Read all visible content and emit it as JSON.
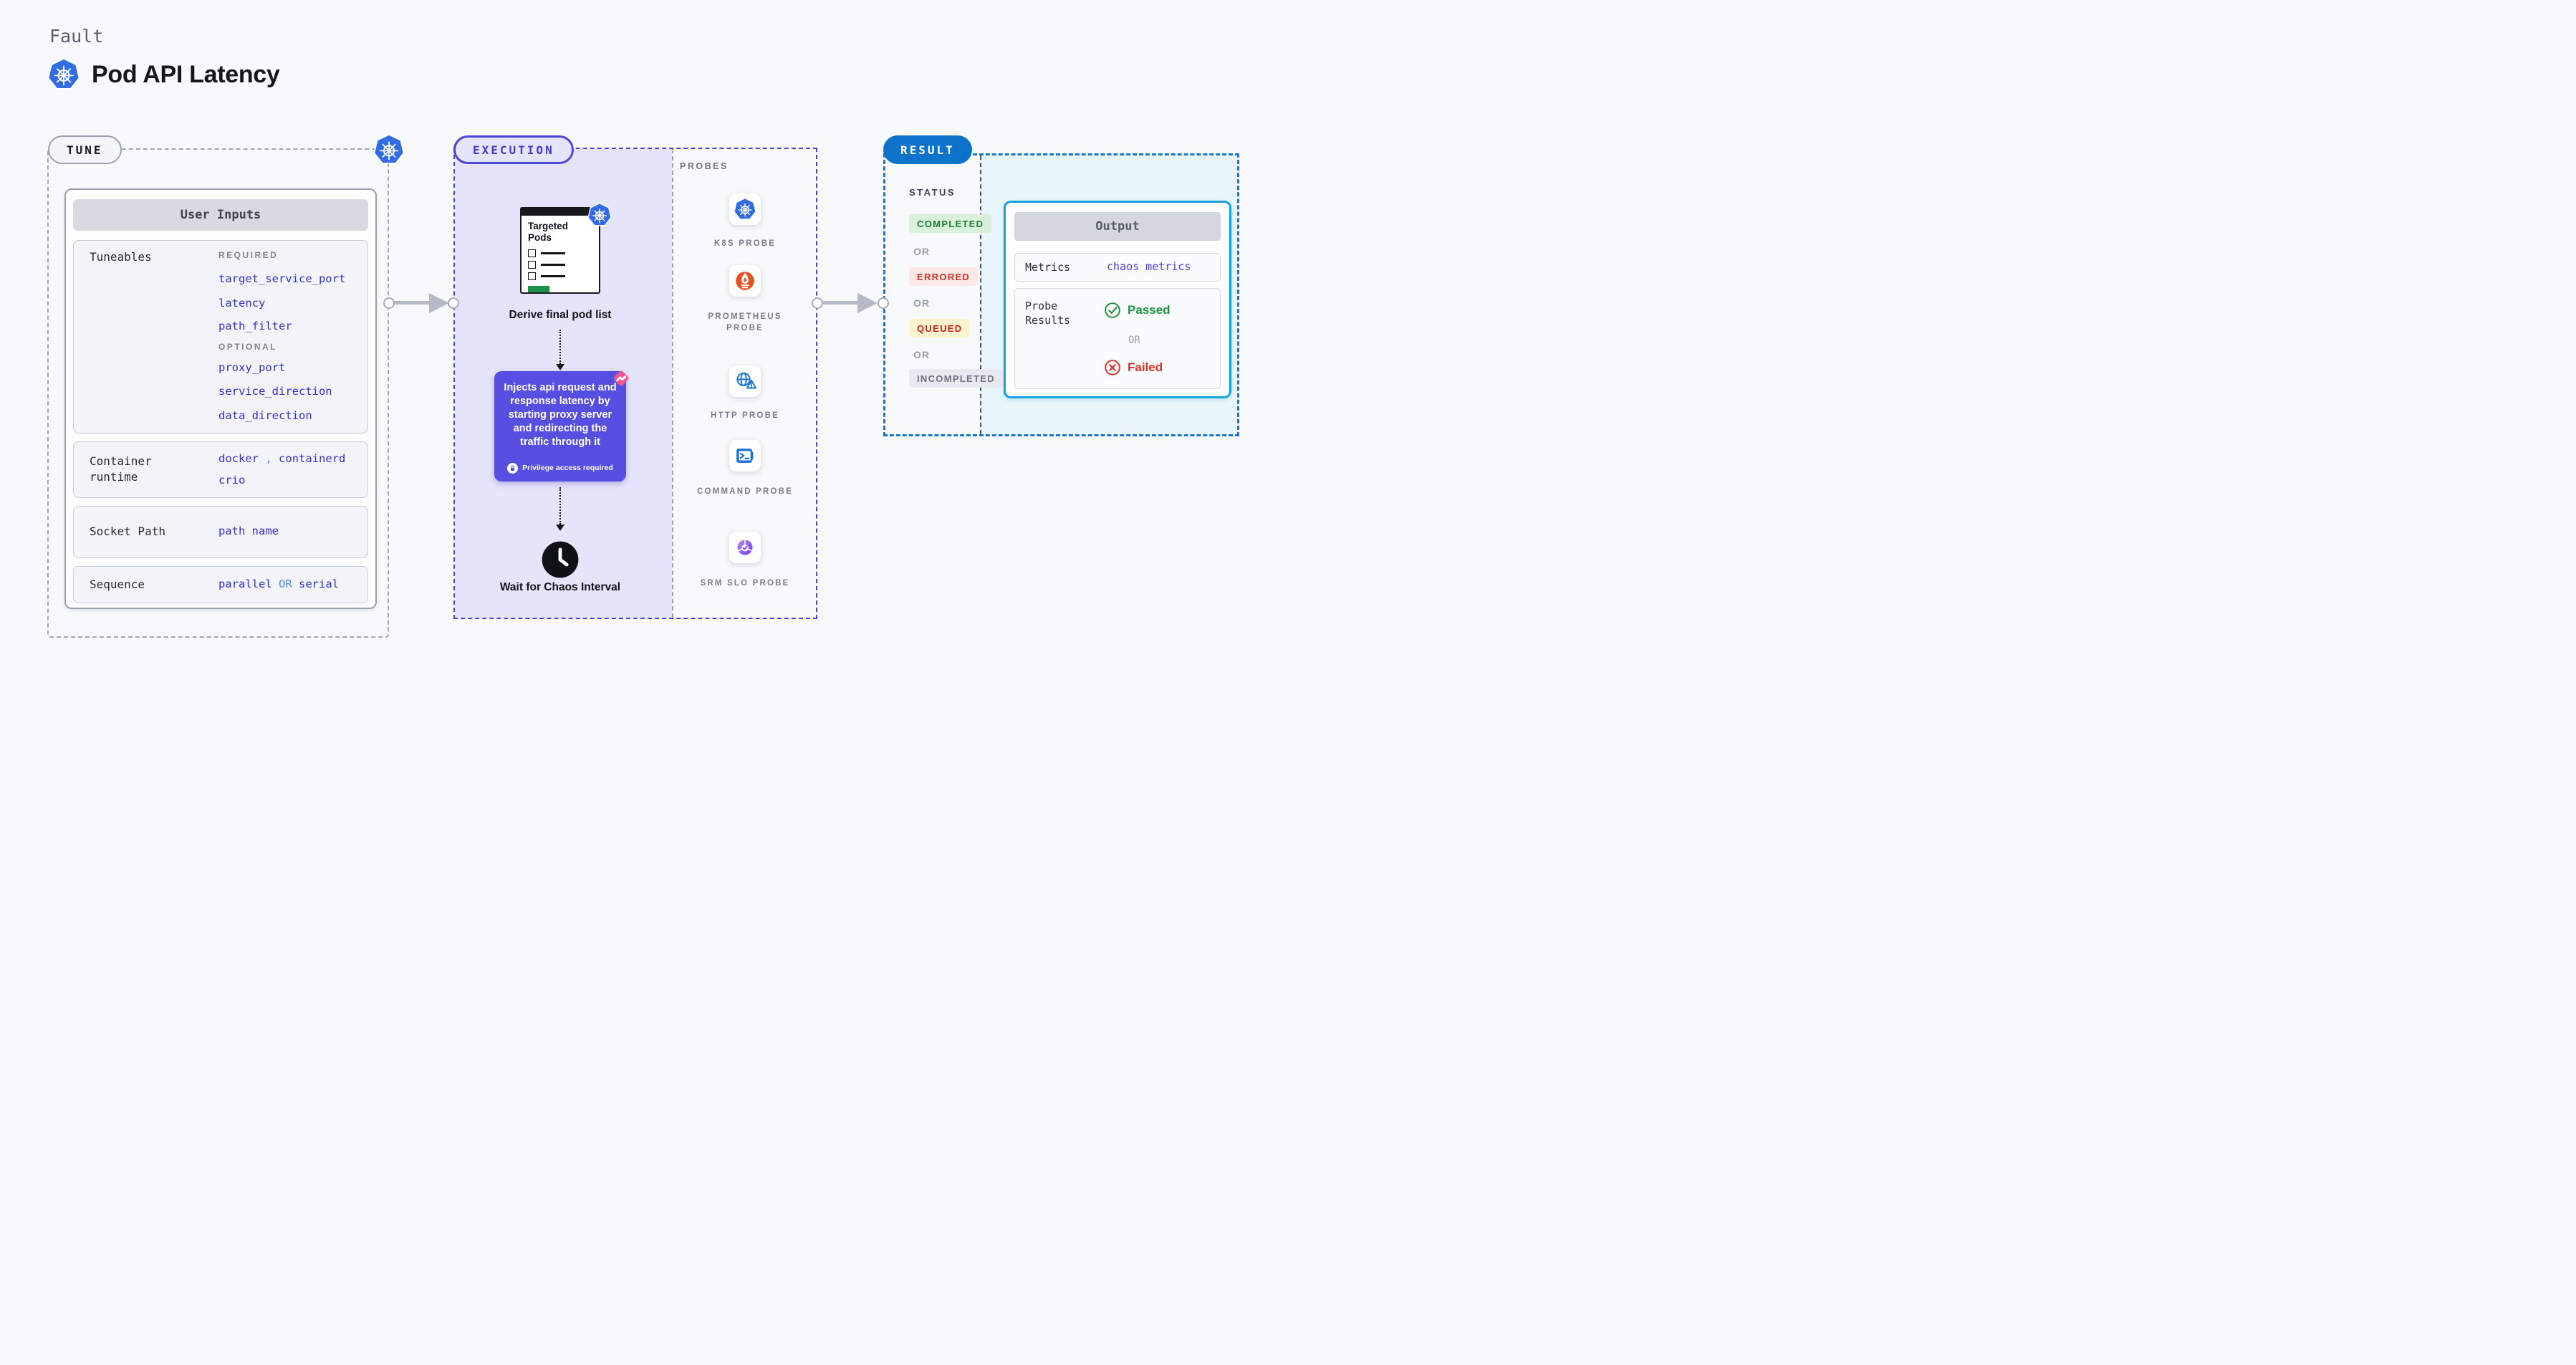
{
  "header": {
    "kicker": "Fault",
    "title": "Pod API Latency"
  },
  "tune": {
    "badge": "TUNE",
    "card_title": "User Inputs",
    "tuneables": {
      "label": "Tuneables",
      "required_heading": "REQUIRED",
      "required_items": [
        "target_service_port",
        "latency",
        "path_filter"
      ],
      "optional_heading": "OPTIONAL",
      "optional_items": [
        "proxy_port",
        "service_direction",
        "data_direction"
      ]
    },
    "container_runtime": {
      "label": "Container runtime",
      "value1": "docker",
      "separator": ",",
      "value2": "containerd",
      "value3": "crio"
    },
    "socket_path": {
      "label": "Socket Path",
      "value": "path name"
    },
    "sequence": {
      "label": "Sequence",
      "value1": "parallel",
      "or": "OR",
      "value2": "serial"
    }
  },
  "execution": {
    "badge": "EXECUTION",
    "targeted_pods_title": "Targeted Pods",
    "derive_label": "Derive final pod list",
    "inject_description": "Injects api request and response latency by starting proxy server and redirecting the traffic through it",
    "privilege_note": "Privilege access required",
    "wait_label": "Wait for Chaos Interval"
  },
  "probes": {
    "heading": "PROBES",
    "items": [
      {
        "label": "K8S PROBE",
        "icon": "kubernetes-icon"
      },
      {
        "label": "PROMETHEUS PROBE",
        "icon": "prometheus-icon"
      },
      {
        "label": "HTTP PROBE",
        "icon": "globe-warning-icon"
      },
      {
        "label": "COMMAND PROBE",
        "icon": "terminal-icon"
      },
      {
        "label": "SRM SLO PROBE",
        "icon": "slo-pie-check-icon"
      }
    ]
  },
  "result": {
    "badge": "RESULT",
    "status_heading": "STATUS",
    "or_label": "OR",
    "statuses": [
      {
        "label": "COMPLETED",
        "text_color": "#1a7f37",
        "bg_color": "#d9f0da"
      },
      {
        "label": "ERRORED",
        "text_color": "#d3321f",
        "bg_color": "#fce9e7"
      },
      {
        "label": "QUEUED",
        "text_color": "#c5221f",
        "bg_color": "#fdf3cd"
      },
      {
        "label": "INCOMPLETED",
        "text_color": "#6d727e",
        "bg_color": "#e9eaf1"
      }
    ],
    "output": {
      "title": "Output",
      "metrics_label": "Metrics",
      "metrics_value": "chaos metrics",
      "probe_results_label": "Probe Results",
      "passed_label": "Passed",
      "or_label": "OR",
      "failed_label": "Failed"
    }
  },
  "colors": {
    "background": "#f8f9fb",
    "kubernetes_blue": "#326ce5",
    "tune_border_gray": "#a2a8b4",
    "value_blue": "#3530d4",
    "value_light_blue": "#4f8df5",
    "execution_indigo": "#4c45d8",
    "execution_fill": "#e4e4fa",
    "inject_purple": "#574ee2",
    "litmus_pink": "#f2548e",
    "prometheus_orange": "#e75225",
    "probe_icon_blue": "#1a73d1",
    "slo_purple": "#7c3aed",
    "result_blue": "#0d73ca",
    "output_cyan_border": "#15a3e0",
    "output_fill": "#e8f6fc",
    "passed_green": "#1e8e3e",
    "failed_red": "#d93025",
    "pod_list_green": "#17934a"
  }
}
